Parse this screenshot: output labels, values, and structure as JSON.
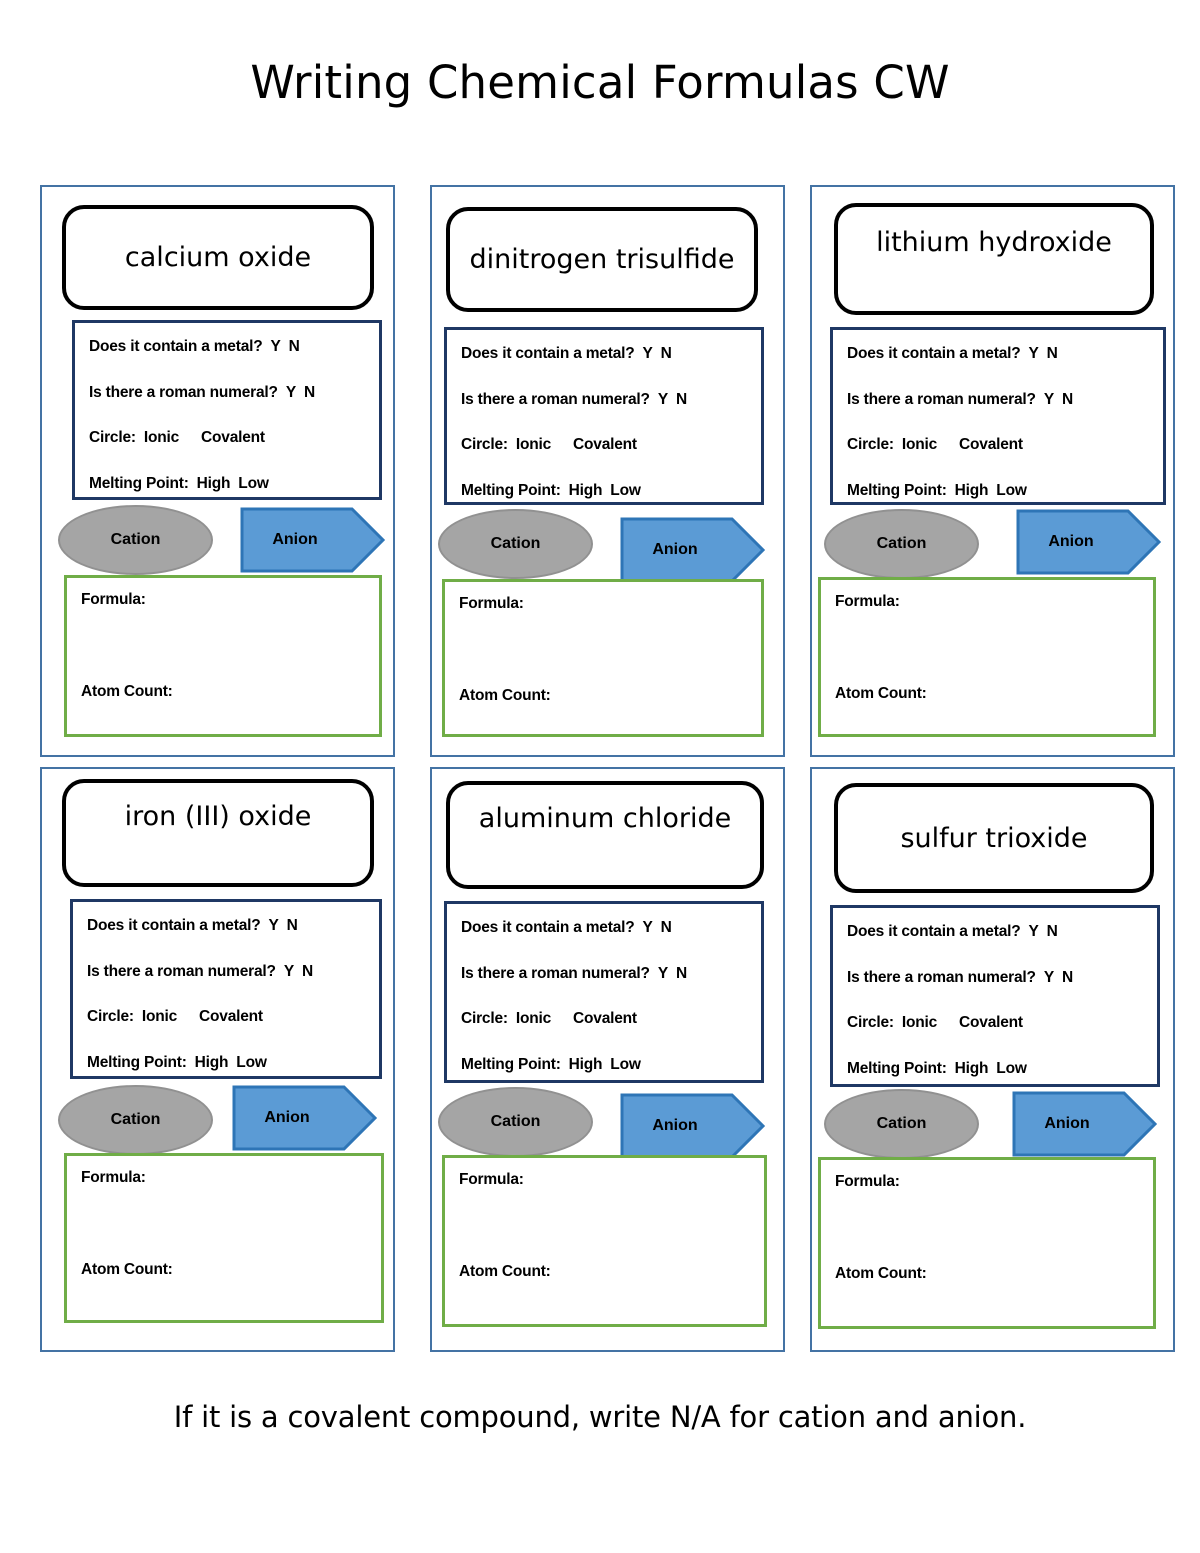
{
  "page": {
    "title": "Writing Chemical Formulas CW",
    "footer_note": "If it is a covalent compound, write N/A for cation and anion."
  },
  "labels": {
    "q_metal": "Does it contain a metal?",
    "q_metal_yes": "Y",
    "q_metal_no": "N",
    "q_roman": "Is there a roman numeral?",
    "q_roman_yes": "Y",
    "q_roman_no": "N",
    "q_circle": "Circle:",
    "q_circle_ionic": "Ionic",
    "q_circle_covalent": "Covalent",
    "q_melting": "Melting Point:",
    "q_melting_high": "High",
    "q_melting_low": "Low",
    "cation": "Cation",
    "anion": "Anion",
    "formula": "Formula:",
    "atom_count": "Atom Count:"
  },
  "colors": {
    "card_border": "#4473A4",
    "question_border": "#1F3864",
    "formula_border": "#70AD47",
    "cation_fill": "#A5A5A5",
    "cation_stroke": "#919191",
    "anion_fill": "#5B9BD5",
    "anion_stroke": "#2E75B6",
    "name_border": "#000000",
    "text": "#000000"
  },
  "cards": [
    {
      "name": "calcium oxide"
    },
    {
      "name": "dinitrogen trisulfide"
    },
    {
      "name": "lithium hydroxide"
    },
    {
      "name": "iron (III) oxide"
    },
    {
      "name": "aluminum chloride"
    },
    {
      "name": "sulfur trioxide"
    }
  ]
}
